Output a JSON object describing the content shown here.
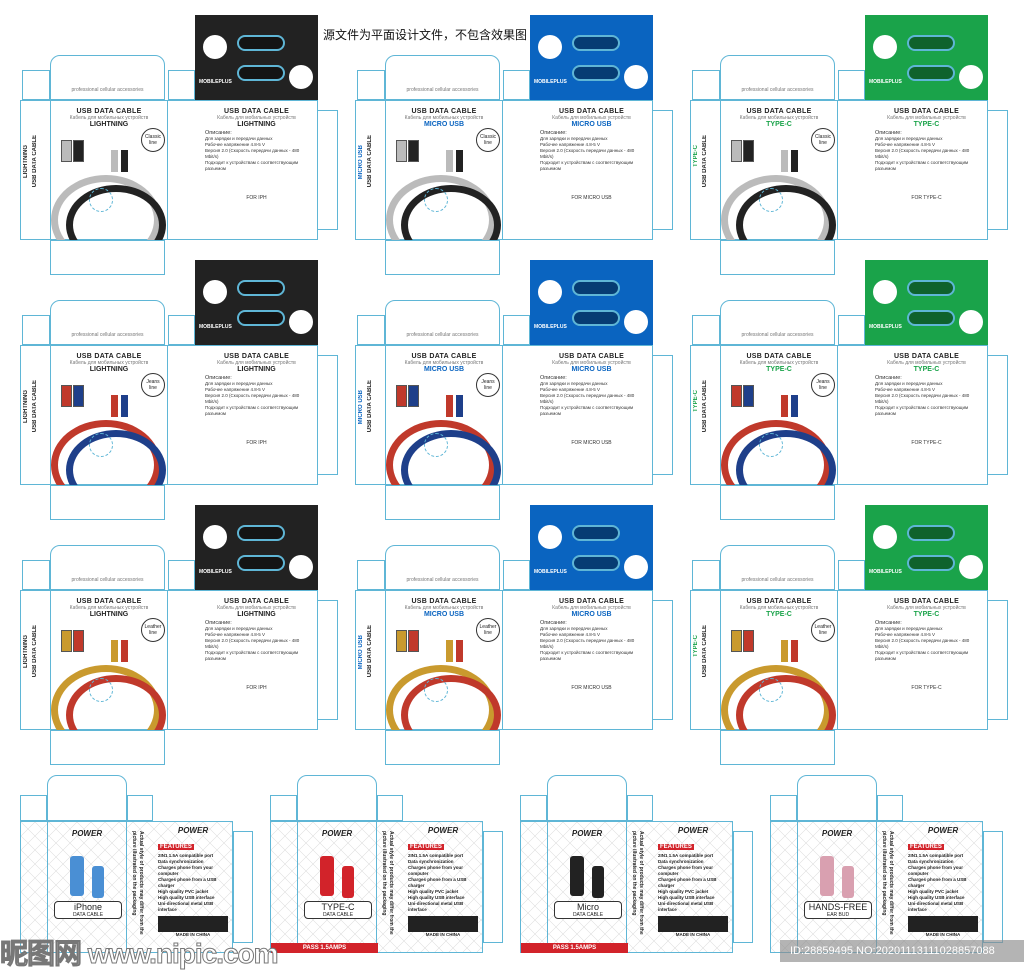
{
  "notice": "源文件为平面设计文件，不包含效果图",
  "brand_top": "MOBILEPLUS",
  "tagline": "professional cellular accessories",
  "title": "USB DATA CABLE",
  "subtitle": "Кабель для мобильных устройств",
  "desc_label": "Описание:",
  "desc_lines": [
    "Для зарядки и передачи данных",
    "Рабочее напряжение 4.8-5 V",
    "Версия 2.0 (Скорость передачи данных - 480 Mbit/s)",
    "Подходит к устройствам с соответствующим разъемом"
  ],
  "lines": [
    "Classic line",
    "Jeans line",
    "Leather line"
  ],
  "types": [
    {
      "name": "LIGHTNING",
      "for": "FOR IPH",
      "color": "#222222",
      "accent": "#222222"
    },
    {
      "name": "MICRO USB",
      "for": "FOR MICRO USB",
      "color": "#0a64c0",
      "accent": "#0a64c0"
    },
    {
      "name": "TYPE-C",
      "for": "FOR TYPE-C",
      "color": "#1aa34a",
      "accent": "#1aa34a"
    }
  ],
  "cable_colors": [
    [
      "#bbbbbb",
      "#222222"
    ],
    [
      "#c0392b",
      "#1e3f8a"
    ],
    [
      "#c99a2e",
      "#c0392b"
    ]
  ],
  "bottom": {
    "brand": "POWER",
    "features_label": "FEATURES",
    "features": [
      "2IN1 1.5A compatible port",
      "Data synchronization",
      "Charges phone from your computer",
      "Charges phone from a USB charger",
      "High quality PVC jacket",
      "High quality USB interface",
      "Uni-directional metal USB interface"
    ],
    "side_text": "Actual style of products may differ from the picture illustrated on the packaging",
    "made": "MADE IN CHINA",
    "products": [
      {
        "name": "iPhone",
        "sub": "DATA CABLE",
        "bar": "",
        "color": "#4a8fd4"
      },
      {
        "name": "TYPE-C",
        "sub": "DATA CABLE",
        "bar": "PASS 1.5AMPS",
        "color": "#d2232a"
      },
      {
        "name": "Micro",
        "sub": "DATA CABLE",
        "bar": "PASS 1.5AMPS",
        "color": "#222222"
      },
      {
        "name": "HANDS-FREE",
        "sub": "EAR BUD",
        "bar": "",
        "color": "#d9a0b0"
      }
    ]
  },
  "watermark": "昵图网 www.nipic.com",
  "image_id": "ID:28859495 NO:20201113111028857088"
}
